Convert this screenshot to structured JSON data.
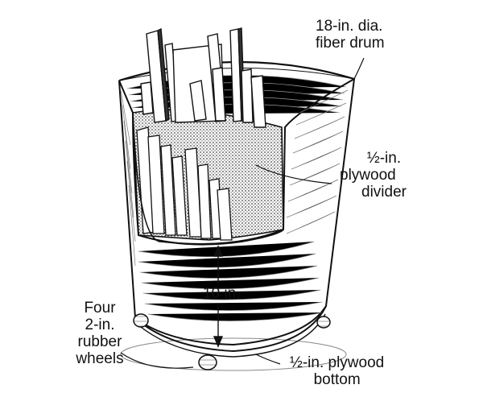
{
  "labels": {
    "drum": [
      "18-in. dia.",
      "fiber drum"
    ],
    "divider": [
      "½-in.",
      "plywood",
      "divider"
    ],
    "height": "10 in.",
    "wheels": [
      "Four",
      "2-in.",
      "rubber",
      "wheels"
    ],
    "bottom": [
      "½-in. plywood",
      "bottom"
    ]
  },
  "colors": {
    "ink": "#111111",
    "shade": "#555555",
    "paper": "#ffffff"
  }
}
